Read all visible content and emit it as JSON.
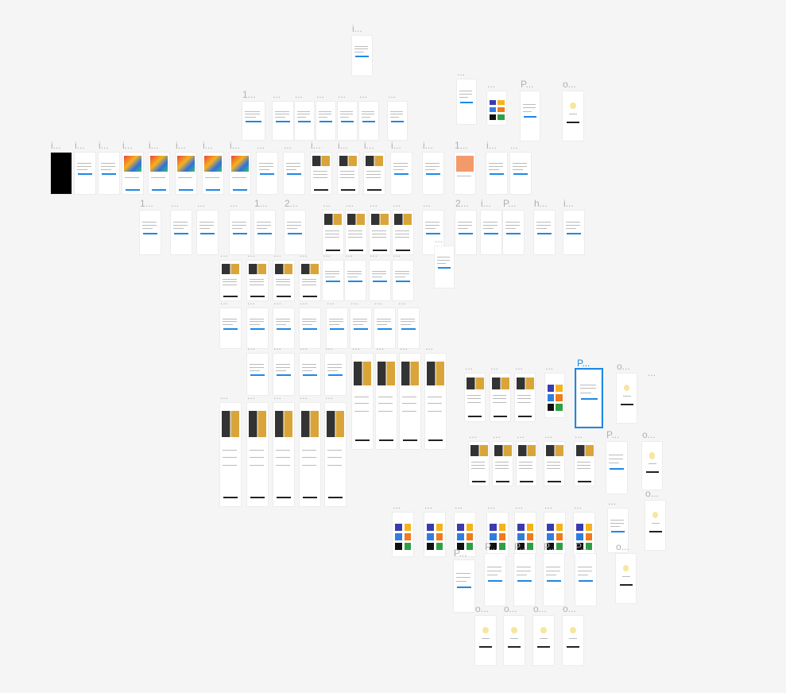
{
  "canvas": {
    "selected_accent": "#1e88e5",
    "background": "#f5f5f5"
  },
  "frames": [
    "i...",
    "1...",
    "...",
    "...",
    "...",
    "...",
    "...",
    "...",
    "...",
    "...",
    "P...",
    "o...",
    "i...",
    "i...",
    "i...",
    "i...",
    "i...",
    "i...",
    "i...",
    "i...",
    "...",
    "...",
    "i...",
    "i...",
    "i...",
    "i...",
    "i...",
    "1...",
    "i...",
    "...",
    "1...",
    "...",
    "...",
    "...",
    "1...",
    "2...",
    "...",
    "...",
    "...",
    "...",
    "...",
    "2...",
    "i...",
    "P...",
    "h...",
    "i...",
    "...",
    "...",
    "...",
    "...",
    "...",
    "...",
    "...",
    "...",
    "...",
    "...",
    "...",
    "...",
    "...",
    "...",
    "...",
    "...",
    "...",
    "...",
    "...",
    "...",
    "...",
    "...",
    "...",
    "...",
    "...",
    "...",
    "...",
    "...",
    "...",
    "...",
    "...",
    "...",
    "...",
    "...",
    "P...",
    "o...",
    "...",
    "...",
    "...",
    "...",
    "...",
    "...",
    "P...",
    "o...",
    "...",
    "...",
    "...",
    "...",
    "...",
    "...",
    "...",
    "...",
    "o...",
    "P...",
    "P...",
    "P...",
    "P...",
    "P...",
    "o...",
    "o...",
    "o...",
    "o...",
    "o..."
  ]
}
